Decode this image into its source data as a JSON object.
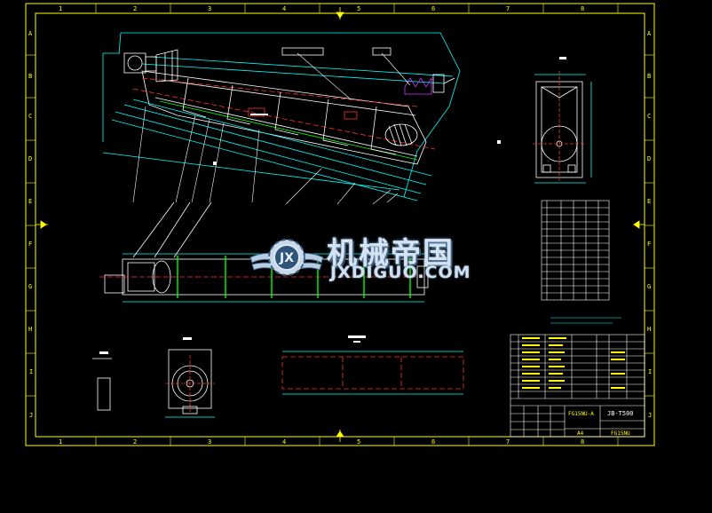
{
  "frame": {
    "col_labels": [
      "1",
      "2",
      "3",
      "4",
      "5",
      "6",
      "7",
      "8"
    ],
    "row_labels": [
      "A",
      "B",
      "C",
      "D",
      "E",
      "F",
      "G",
      "H",
      "I",
      "J"
    ]
  },
  "watermark": {
    "brand_cn": "机械帝国",
    "brand_en": "JXDIGUO.COM",
    "logo_text": "JX"
  },
  "title_block": {
    "drawing_number": "JB-T500",
    "product_code": "FG15NU",
    "title_text": "FG15NU-A",
    "scale": "A4"
  },
  "colors": {
    "frame": "#ffff00",
    "outline": "#00ffff",
    "primary": "#ffffff",
    "centerline": "#ff3030",
    "accent": "#00ff00",
    "part": "#cc33ff"
  }
}
